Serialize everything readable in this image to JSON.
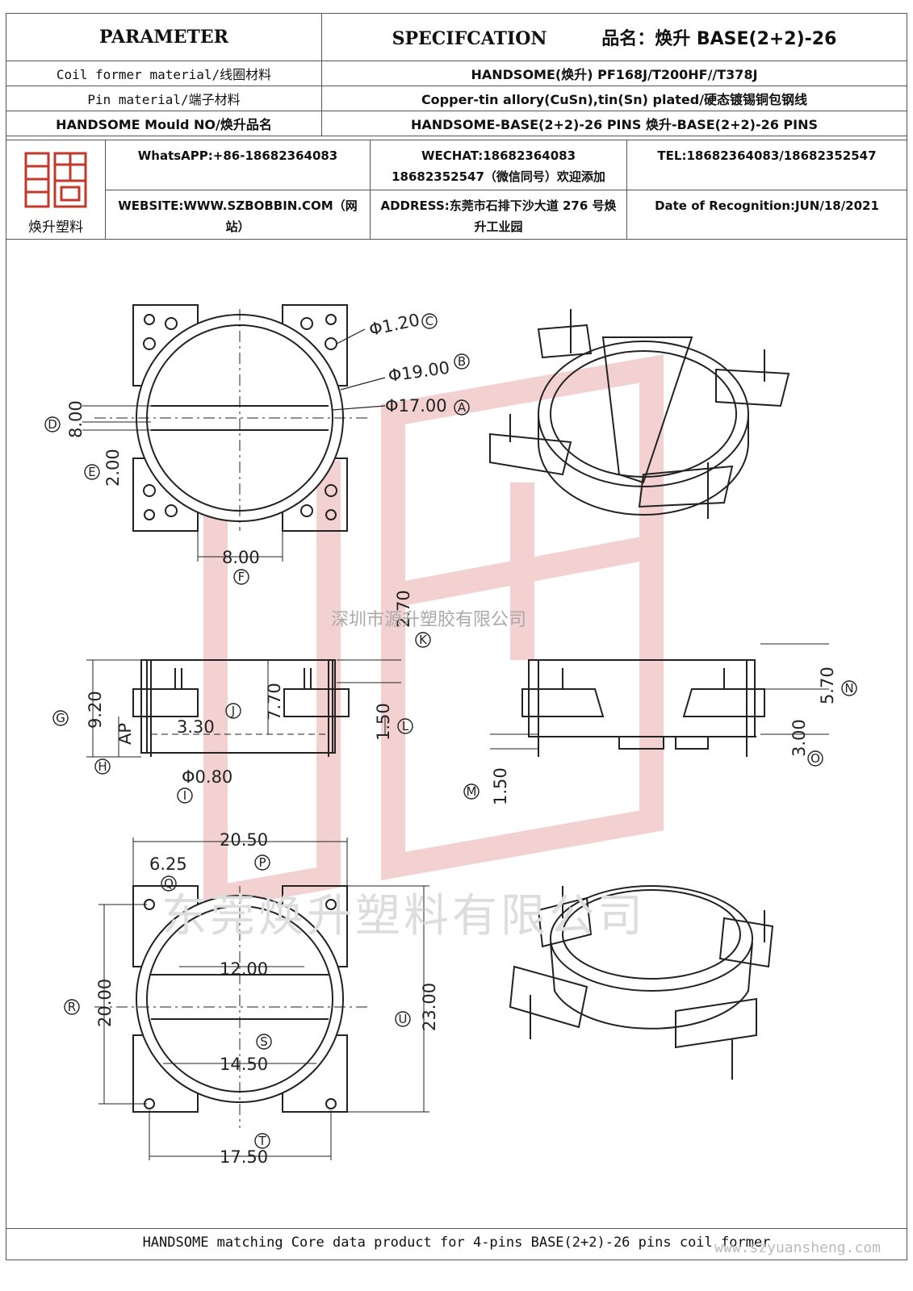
{
  "header": {
    "parameter": "PARAMETER",
    "specification": "SPECIFCATION",
    "product_name": "品名：焕升 BASE(2+2)-26"
  },
  "rows": [
    {
      "label": "Coil former material/线圈材料",
      "value": "HANDSOME(焕升)   PF168J/T200HF//T378J"
    },
    {
      "label": "Pin material/端子材料",
      "value": "Copper-tin allory(CuSn),tin(Sn) plated/硬态镀锡铜包钢线"
    },
    {
      "label": "HANDSOME Mould NO/焕升品名",
      "value": "HANDSOME-BASE(2+2)-26 PINS   焕升-BASE(2+2)-26 PINS"
    }
  ],
  "contact": {
    "logo_text": "焕升塑料",
    "whatsapp": "WhatsAPP:+86-18682364083",
    "wechat_1": "WECHAT:18682364083",
    "wechat_2": "18682352547（微信同号）欢迎添加",
    "tel": "TEL:18682364083/18682352547",
    "website": "WEBSITE:WWW.SZBOBBIN.COM（网站）",
    "address": "ADDRESS:东莞市石排下沙大道 276 号焕升工业园",
    "date": "Date of Recognition:JUN/18/2021"
  },
  "watermarks": {
    "line1": "深圳市源升塑胶有限公司",
    "line2": "东莞焕升塑料有限公司",
    "url": "www.szyuansheng.com"
  },
  "dimensions": {
    "C": "Φ1.20",
    "B": "Φ19.00",
    "A": "Φ17.00",
    "D": "8.00",
    "E": "2.00",
    "F": "8.00",
    "K": "2.70",
    "G": "9.20",
    "J": "3.30",
    "L": "1.50",
    "AP": "AP",
    "H": "H",
    "I": "Φ0.80",
    "seven": "7.70",
    "N": "5.70",
    "O": "3.00",
    "M": "1.50",
    "P": "20.50",
    "Q": "6.25",
    "R": "20.00",
    "S12": "12.00",
    "S": "14.50",
    "U": "23.00",
    "T": "17.50"
  },
  "labels": [
    "A",
    "B",
    "C",
    "D",
    "E",
    "F",
    "G",
    "H",
    "I",
    "J",
    "K",
    "L",
    "M",
    "N",
    "O",
    "P",
    "Q",
    "R",
    "S",
    "T",
    "U"
  ],
  "footer": "HANDSOME matching Core data  product for 4-pins BASE(2+2)-26 pins coil former",
  "colors": {
    "border": "#555555",
    "watermark": "#e8b0b0",
    "logo": "#c0392b"
  }
}
